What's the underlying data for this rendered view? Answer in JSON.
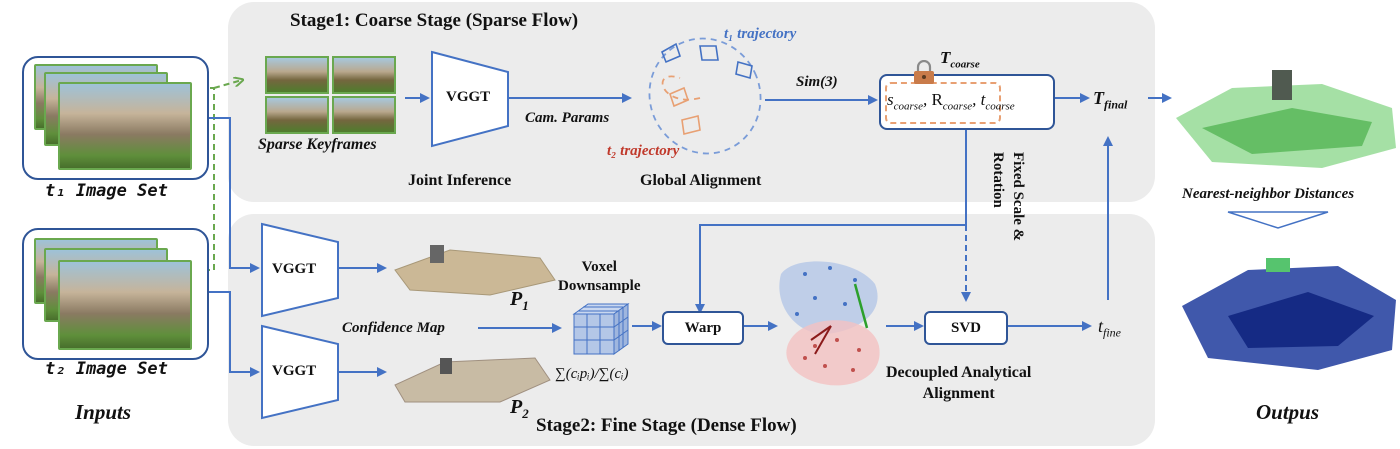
{
  "stage1": {
    "title": "Stage1: Coarse Stage (Sparse Flow)"
  },
  "stage2": {
    "title": "Stage2: Fine Stage (Dense Flow)"
  },
  "inputs": {
    "set1_label": "t₁ Image Set",
    "set2_label": "t₂ Image Set",
    "caption": "Inputs"
  },
  "coarse": {
    "sparse_keyframes": "Sparse Keyframes",
    "vggt": "VGGT",
    "joint_inference": "Joint Inference",
    "cam_params": "Cam. Params",
    "t1_trajectory": "t₁ trajectory",
    "t2_trajectory": "t₂ trajectory",
    "global_alignment": "Global Alignment",
    "sim3": "Sim(3)",
    "t_coarse": "T",
    "t_coarse_sub": "coarse",
    "s_coarse": "s",
    "r_coarse": "R",
    "tt_coarse": "t",
    "coarse_sub": "coarse",
    "t_final": "T",
    "t_final_sub": "final",
    "fixed_scale_line1": "Fixed Scale &",
    "fixed_scale_line2": "Rotation"
  },
  "fine": {
    "vggt1": "VGGT",
    "vggt2": "VGGT",
    "p1": "P",
    "p1_sub": "1",
    "p2": "P",
    "p2_sub": "2",
    "confidence_map": "Confidence Map",
    "voxel_line1": "Voxel",
    "voxel_line2": "Downsample",
    "formula": "∑(cᵢpᵢ)/∑(cᵢ)",
    "warp": "Warp",
    "svd": "SVD",
    "decoupled_line1": "Decoupled Analytical",
    "decoupled_line2": "Alignment",
    "t_fine": "t",
    "t_fine_sub": "fine"
  },
  "outputs": {
    "nn_distances": "Nearest-neighbor Distances",
    "caption": "Outpus"
  },
  "colors": {
    "blue_arrow": "#4472c4",
    "box_border": "#2f5597",
    "green_dash": "#6aa84f",
    "orange_dash": "#e8a073",
    "panel": "#ececec"
  }
}
